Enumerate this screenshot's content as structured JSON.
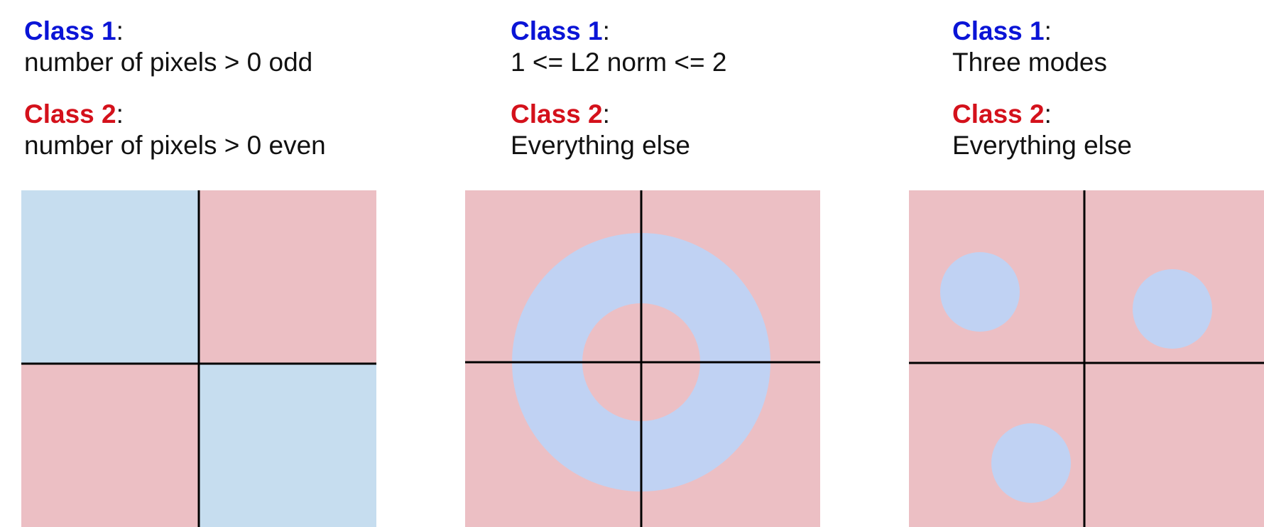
{
  "colors": {
    "class1_text": "#0a14d6",
    "class2_text": "#d4111b",
    "class1_region": "#c6ddef",
    "class1_region_alt": "#c0d2f3",
    "class2_region": "#ecbfc4",
    "axis": "#000000"
  },
  "panels": [
    {
      "class1": {
        "label": "Class 1",
        "colon": ":",
        "description": "number of pixels > 0 odd"
      },
      "class2": {
        "label": "Class 2",
        "colon": ":",
        "description": "number of pixels > 0 even"
      }
    },
    {
      "class1": {
        "label": "Class 1",
        "colon": ":",
        "description": "1 <= L2 norm <= 2"
      },
      "class2": {
        "label": "Class 2",
        "colon": ":",
        "description": "Everything else"
      }
    },
    {
      "class1": {
        "label": "Class 1",
        "colon": ":",
        "description": "Three modes"
      },
      "class2": {
        "label": "Class 2",
        "colon": ":",
        "description": "Everything else"
      }
    }
  ]
}
